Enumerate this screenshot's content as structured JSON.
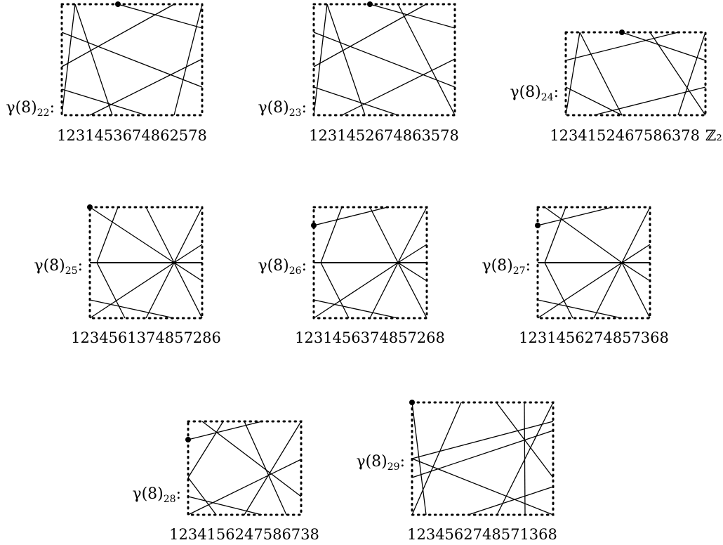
{
  "diagrams": [
    {
      "label": "γ(8)",
      "index": "22",
      "code": "1231453674862578",
      "symmetry": ""
    },
    {
      "label": "γ(8)",
      "index": "23",
      "code": "1231452674863578",
      "symmetry": ""
    },
    {
      "label": "γ(8)",
      "index": "24",
      "code": "1234152467586378",
      "symmetry": "ℤ₂"
    },
    {
      "label": "γ(8)",
      "index": "25",
      "code": "1234561374857286",
      "symmetry": ""
    },
    {
      "label": "γ(8)",
      "index": "26",
      "code": "1231456374857268",
      "symmetry": ""
    },
    {
      "label": "γ(8)",
      "index": "27",
      "code": "1231456274857368",
      "symmetry": ""
    },
    {
      "label": "γ(8)",
      "index": "28",
      "code": "1234156247586738",
      "symmetry": ""
    },
    {
      "label": "γ(8)",
      "index": "29",
      "code": "1234562748571368",
      "symmetry": ""
    }
  ]
}
